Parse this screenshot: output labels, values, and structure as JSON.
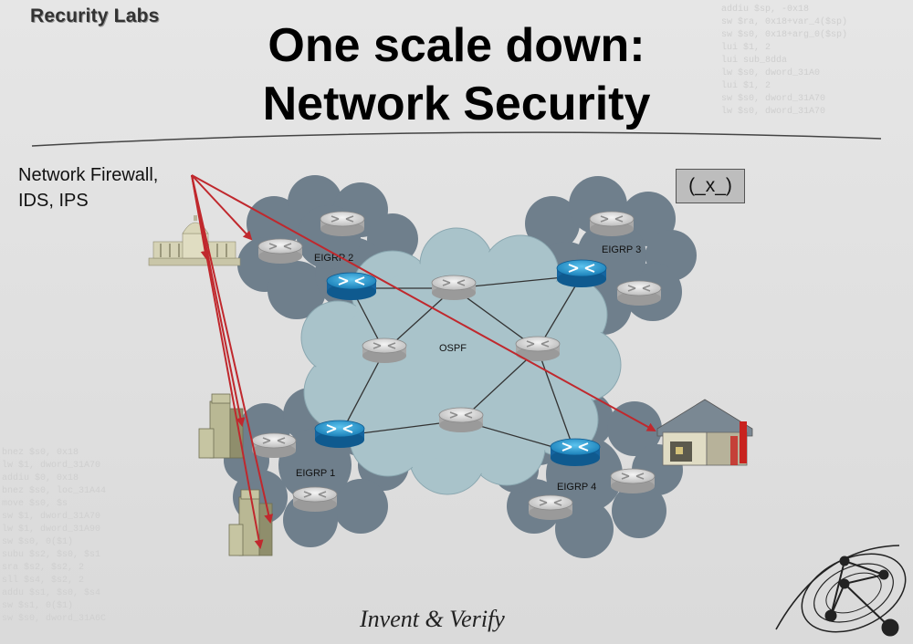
{
  "brand": {
    "name": "Recurity Labs"
  },
  "slide": {
    "title_line1": "One scale down:",
    "title_line2": "Network Security",
    "side_label_line1": "Network Firewall,",
    "side_label_line2": "IDS, IPS",
    "face_box": "(_x_)",
    "motto": "Invent & Verify"
  },
  "diagram": {
    "cloud_labels": {
      "ospf": "OSPF",
      "eigrp1": "EIGRP 1",
      "eigrp2": "EIGRP 2",
      "eigrp3": "EIGRP 3",
      "eigrp4": "EIGRP 4"
    },
    "colors": {
      "cloud_dark": "#6f7f8c",
      "cloud_light": "#a9c3ca",
      "router_blue": "#1a8fc7",
      "router_gray": "#d6d6d6",
      "arrow_red": "#c0282d"
    }
  }
}
